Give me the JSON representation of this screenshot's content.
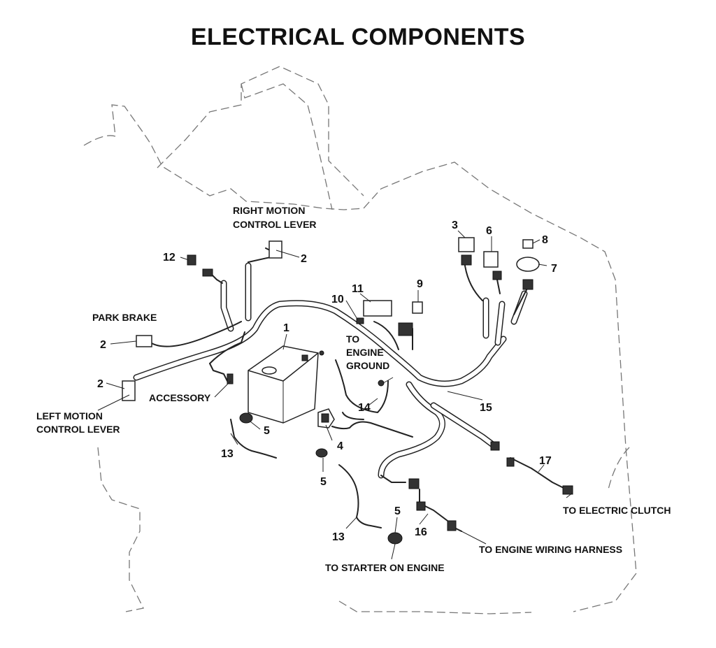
{
  "title": "ELECTRICAL COMPONENTS",
  "labels": {
    "right_motion_line1": "RIGHT MOTION",
    "right_motion_line2": "CONTROL LEVER",
    "park_brake": "PARK BRAKE",
    "accessory": "ACCESSORY",
    "left_motion_line1": "LEFT MOTION",
    "left_motion_line2": "CONTROL LEVER",
    "to_engine_ground_line1": "TO",
    "to_engine_ground_line2": "ENGINE",
    "to_engine_ground_line3": "GROUND",
    "to_electric_clutch": "TO ELECTRIC CLUTCH",
    "to_engine_wiring_harness": "TO ENGINE WIRING HARNESS",
    "to_starter_on_engine": "TO STARTER ON ENGINE"
  },
  "callouts": {
    "n1": "1",
    "n2_right": "2",
    "n2_park": "2",
    "n2_left": "2",
    "n3": "3",
    "n4": "4",
    "n5_battery": "5",
    "n5_solenoid": "5",
    "n5_starter": "5",
    "n6": "6",
    "n7": "7",
    "n8": "8",
    "n9": "9",
    "n10": "10",
    "n11": "11",
    "n12": "12",
    "n13_left": "13",
    "n13_bottom": "13",
    "n14": "14",
    "n15": "15",
    "n16": "16",
    "n17": "17"
  }
}
